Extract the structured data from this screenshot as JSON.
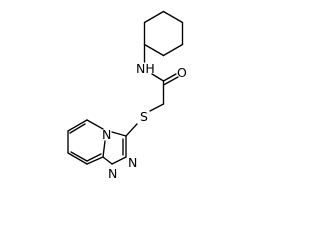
{
  "structure": {
    "atoms": [
      {
        "id": "nh",
        "label": "NH"
      },
      {
        "id": "o",
        "label": "O"
      },
      {
        "id": "s",
        "label": "S"
      },
      {
        "id": "n4",
        "label": "N"
      },
      {
        "id": "n2",
        "label": "N"
      },
      {
        "id": "n1",
        "label": "N"
      }
    ]
  },
  "colors": {
    "bond": "#000000",
    "label": "#000000",
    "background": "#ffffff"
  }
}
